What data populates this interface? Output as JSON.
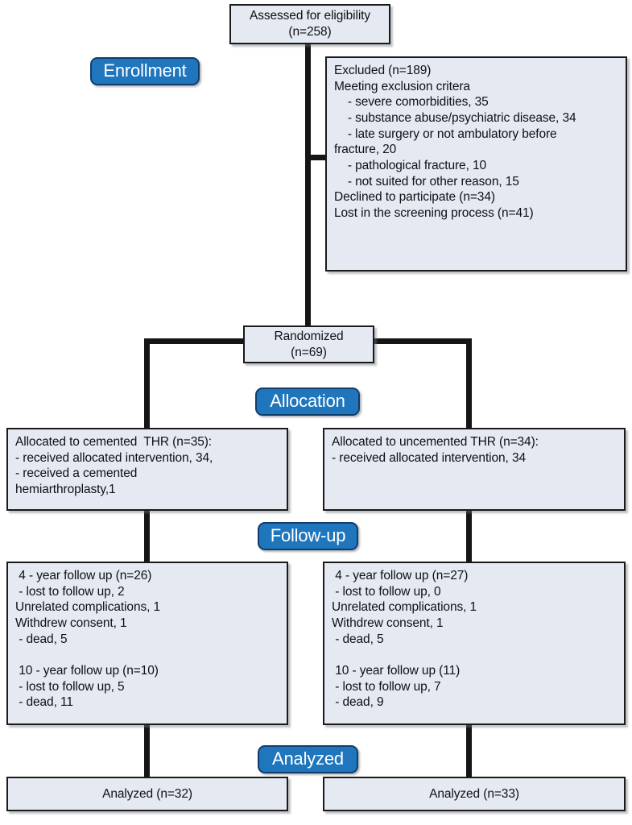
{
  "diagram": {
    "title": "CONSORT participant flow diagram",
    "colors": {
      "box_fill": "#e4e9f2",
      "box_border": "#1a1a1a",
      "badge_fill": "#1f76bd",
      "badge_border": "#123d6b",
      "badge_text": "#ffffff",
      "line": "#151515",
      "text": "#101014"
    }
  },
  "stages": {
    "enrollment": "Enrollment",
    "allocation": "Allocation",
    "followup": "Follow-up",
    "analyzed": "Analyzed"
  },
  "boxes": {
    "assessed": "Assessed for eligibility\n(n=258)",
    "excluded": "Excluded (n=189)\nMeeting exclusion critera\n    - severe comorbidities, 35\n    - substance abuse/psychiatric disease, 34\n    - late surgery or not ambulatory before\nfracture, 20\n    - pathological fracture, 10\n    - not suited for other reason, 15\nDeclined to participate (n=34)\nLost in the screening process (n=41)",
    "randomized": "Randomized\n(n=69)",
    "allocated_left": "Allocated to cemented  THR (n=35):\n- received allocated intervention, 34,\n- received a cemented\nhemiarthroplasty,1",
    "allocated_right": "Allocated to uncemented THR (n=34):\n- received allocated intervention, 34",
    "followup_left": " 4 - year follow up (n=26)\n - lost to follow up, 2\nUnrelated complications, 1\nWithdrew consent, 1\n - dead, 5\n\n 10 - year follow up (n=10)\n - lost to follow up, 5\n - dead, 11",
    "followup_right": " 4 - year follow up (n=27)\n - lost to follow up, 0\nUnrelated complications, 1\nWithdrew consent, 1\n - dead, 5\n\n 10 - year follow up (11)\n - lost to follow up, 7\n - dead, 9",
    "analyzed_left": "Analyzed (n=32)",
    "analyzed_right": "Analyzed (n=33)"
  },
  "counts": {
    "assessed_n": 258,
    "excluded_n": 189,
    "severe_comorbidities": 35,
    "substance_abuse_psychiatric": 34,
    "late_surgery_not_ambulatory": 20,
    "pathological_fracture": 10,
    "not_suited_other": 15,
    "declined_n": 34,
    "lost_screening_n": 41,
    "randomized_n": 69,
    "allocated_cemented_n": 35,
    "allocated_uncemented_n": 34,
    "received_cemented": 34,
    "received_cemented_hemiarthroplasty": 1,
    "received_uncemented": 34,
    "left_4yr_n": 26,
    "left_4yr_lost": 2,
    "left_4yr_unrelated_complications": 1,
    "left_4yr_withdrew": 1,
    "left_4yr_dead": 5,
    "left_10yr_n": 10,
    "left_10yr_lost": 5,
    "left_10yr_dead": 11,
    "right_4yr_n": 27,
    "right_4yr_lost": 0,
    "right_4yr_unrelated_complications": 1,
    "right_4yr_withdrew": 1,
    "right_4yr_dead": 5,
    "right_10yr_n": 11,
    "right_10yr_lost": 7,
    "right_10yr_dead": 9,
    "analyzed_left_n": 32,
    "analyzed_right_n": 33
  }
}
